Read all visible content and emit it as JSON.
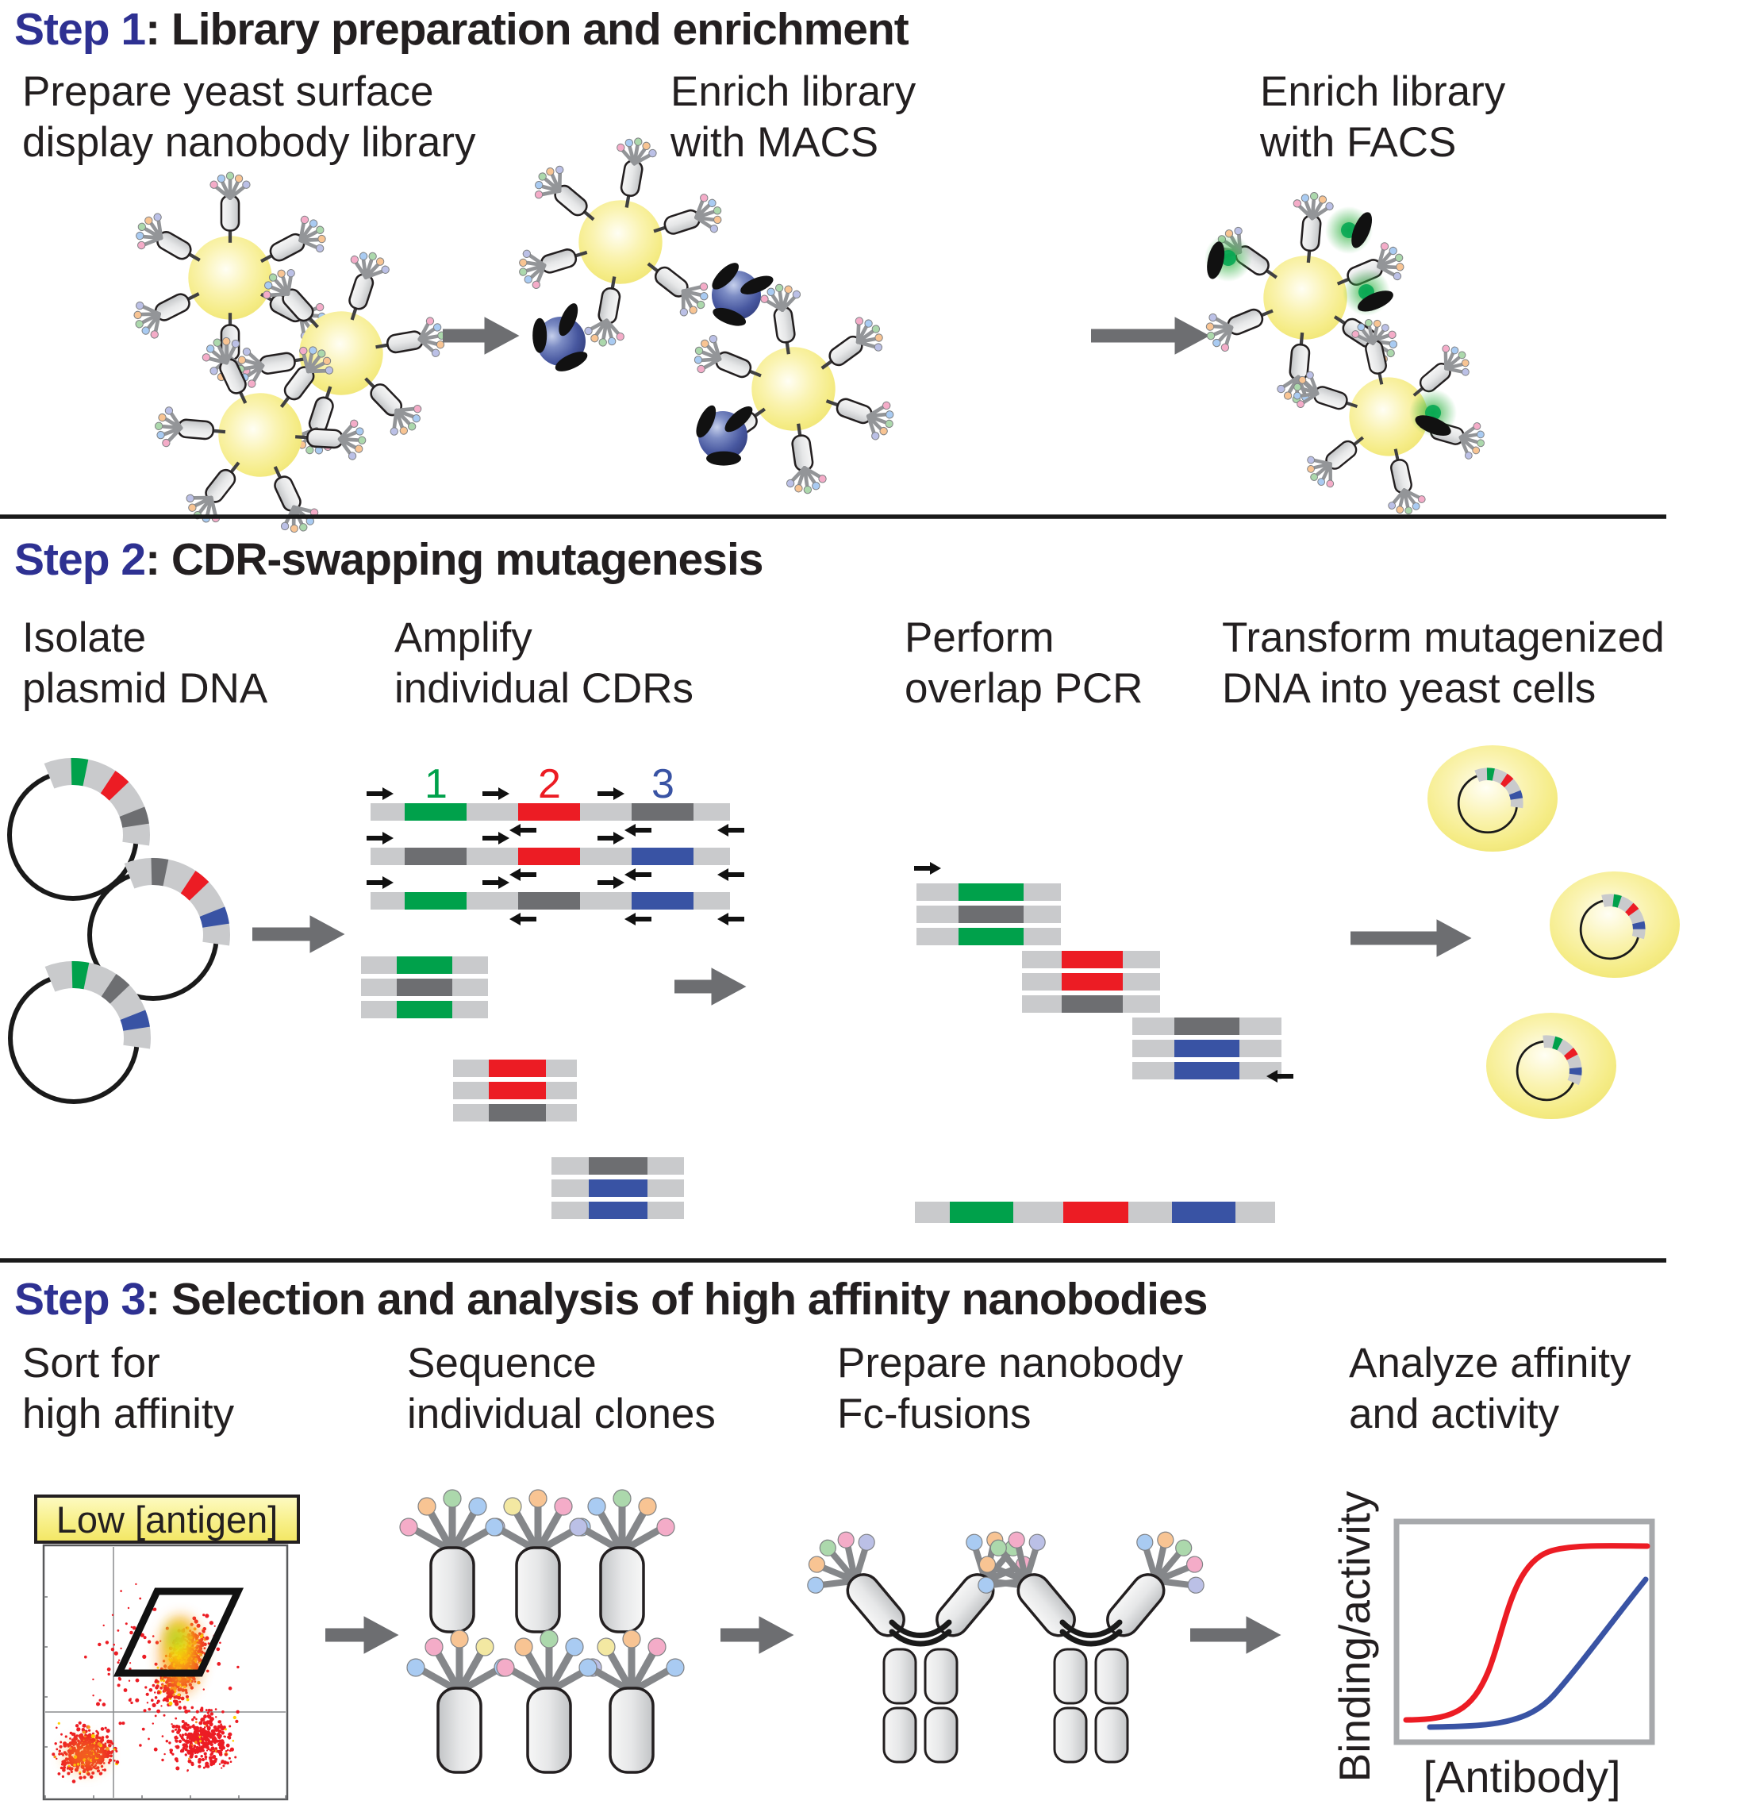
{
  "figure": {
    "steps": [
      {
        "label": "Step 1",
        "title": ": Library preparation and enrichment",
        "substeps": [
          {
            "line1": "Prepare yeast surface",
            "line2": "display nanobody library"
          },
          {
            "line1": "Enrich library",
            "line2": "with MACS"
          },
          {
            "line1": "Enrich library",
            "line2": "with FACS"
          }
        ]
      },
      {
        "label": "Step 2",
        "title": ": CDR-swapping mutagenesis",
        "substeps": [
          {
            "line1": "Isolate",
            "line2": "plasmid DNA"
          },
          {
            "line1": "Amplify",
            "line2": "individual CDRs"
          },
          {
            "line1": "Perform",
            "line2": "overlap PCR"
          },
          {
            "line1": "Transform mutagenized",
            "line2": "DNA into yeast cells"
          }
        ]
      },
      {
        "label": "Step 3",
        "title": ": Selection and analysis of high affinity nanobodies",
        "substeps": [
          {
            "line1": "Sort for",
            "line2": "high affinity"
          },
          {
            "line1": "Sequence",
            "line2": "individual clones"
          },
          {
            "line1": "Prepare nanobody",
            "line2": "Fc-fusions"
          },
          {
            "line1": "Analyze affinity",
            "line2": "and activity"
          }
        ]
      }
    ],
    "cdr_labels": {
      "cdr1": "1",
      "cdr2": "2",
      "cdr3": "3"
    },
    "facs_plot": {
      "label": "Low [antigen]",
      "scatter": {
        "clusters": [
          {
            "cx": 108,
            "cy": 2208,
            "rx": 48,
            "ry": 42,
            "lean": 0,
            "n": 520,
            "hot": 0.1
          },
          {
            "cx": 232,
            "cy": 2098,
            "rx": 34,
            "ry": 62,
            "lean": 0.42,
            "n": 640,
            "hot": 0.28
          },
          {
            "cx": 255,
            "cy": 2193,
            "rx": 52,
            "ry": 48,
            "lean": 0.1,
            "n": 380,
            "hot": 0.06
          },
          {
            "cx": 200,
            "cy": 2100,
            "rx": 130,
            "ry": 150,
            "lean": 0,
            "n": 140,
            "hot": 0
          }
        ]
      }
    },
    "binding_plot": {
      "ylabel": "Binding/activity",
      "xlabel": "[Antibody]"
    }
  },
  "chart_data": [
    {
      "type": "scatter",
      "title": "FACS sort at low antigen concentration",
      "xlabel": "",
      "ylabel": "",
      "legend_position": "none",
      "annotations": [
        "black parallelogram sort gate over high-binding population"
      ],
      "series": [
        {
          "name": "yeast display library events",
          "description": "dense red density scatter; lower-left negative cluster and diagonal double-positive cluster with orange/yellow-green hot core"
        }
      ]
    },
    {
      "type": "line",
      "title": "",
      "xlabel": "[Antibody]",
      "ylabel": "Binding/activity",
      "legend_position": "none",
      "series": [
        {
          "name": "high-affinity nanobody (red)",
          "x_norm": [
            0,
            0.1,
            0.2,
            0.3,
            0.35,
            0.4,
            0.45,
            0.5,
            0.6,
            0.8,
            1.0
          ],
          "y_norm": [
            0.02,
            0.02,
            0.05,
            0.2,
            0.35,
            0.55,
            0.75,
            0.88,
            0.97,
            1.0,
            1.0
          ]
        },
        {
          "name": "parental nanobody (blue)",
          "x_norm": [
            0,
            0.3,
            0.5,
            0.6,
            0.7,
            0.8,
            0.9,
            1.0
          ],
          "y_norm": [
            0.0,
            0.01,
            0.03,
            0.08,
            0.18,
            0.35,
            0.6,
            0.88
          ]
        }
      ]
    }
  ],
  "colors": {
    "step_accent": "#2E3192",
    "text": "#231F20",
    "arrow": "#6D6E71",
    "dna_green": "#00A14B",
    "dna_red": "#EC1C24",
    "dna_blue": "#3953A4",
    "dna_gray": "#6D6E71",
    "dna_light": "#C9CACC",
    "yeast_yellow": "#F6EE86",
    "bead_blue": "#4C5DA8",
    "glow_green": "#39B54A",
    "frame_gray": "#A7A9AC",
    "scatter_red": "#EC1C24"
  }
}
